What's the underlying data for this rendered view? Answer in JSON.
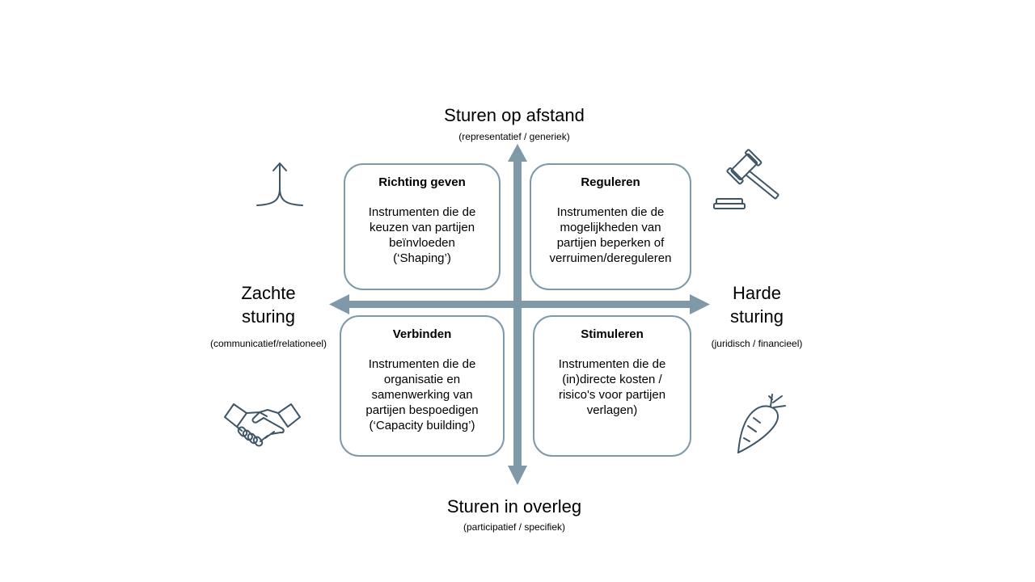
{
  "axes": {
    "top": {
      "title": "Sturen op afstand",
      "sub": "(representatief / generiek)"
    },
    "bottom": {
      "title": "Sturen in overleg",
      "sub": "(participatief / specifiek)"
    },
    "left": {
      "title": "Zachte\nsturing",
      "sub": "(communicatief/relationeel)"
    },
    "right": {
      "title": "Harde\nsturing",
      "sub": "(juridisch / financieel)"
    }
  },
  "quadrants": {
    "top_left": {
      "title": "Richting geven",
      "body": "Instrumenten die de\nkeuzen van partijen\nbeïnvloeden\n(‘Shaping’)"
    },
    "top_right": {
      "title": "Reguleren",
      "body": "Instrumenten die de\nmogelijkheden van\npartijen beperken of\nverruimen/dereguleren"
    },
    "bottom_left": {
      "title": "Verbinden",
      "body": "Instrumenten die de\norganisatie en\nsamenwerking van\npartijen bespoedigen\n(‘Capacity building’)"
    },
    "bottom_right": {
      "title": "Stimuleren",
      "body": "Instrumenten die de\n(in)directe kosten /\nrisico's voor partijen\nverlagen)"
    }
  },
  "icons": {
    "top_left": "split-arrow-icon",
    "top_right": "gavel-icon",
    "bottom_left": "handshake-icon",
    "bottom_right": "carrot-icon"
  },
  "colors": {
    "arrow": "#7f99a8",
    "box_border": "#7f99a8",
    "icon": "#3e5566"
  }
}
